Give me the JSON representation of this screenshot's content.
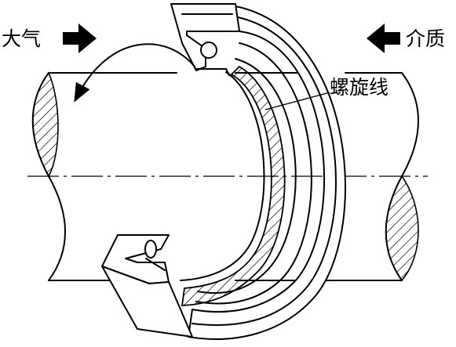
{
  "labels": {
    "atmosphere": "大气",
    "medium": "介质",
    "spiral": "螺旋线"
  },
  "colors": {
    "line": "#000000",
    "background": "#ffffff"
  },
  "icons": {
    "atmosphere_arrow": "right-arrow-icon",
    "medium_arrow": "left-arrow-icon"
  }
}
